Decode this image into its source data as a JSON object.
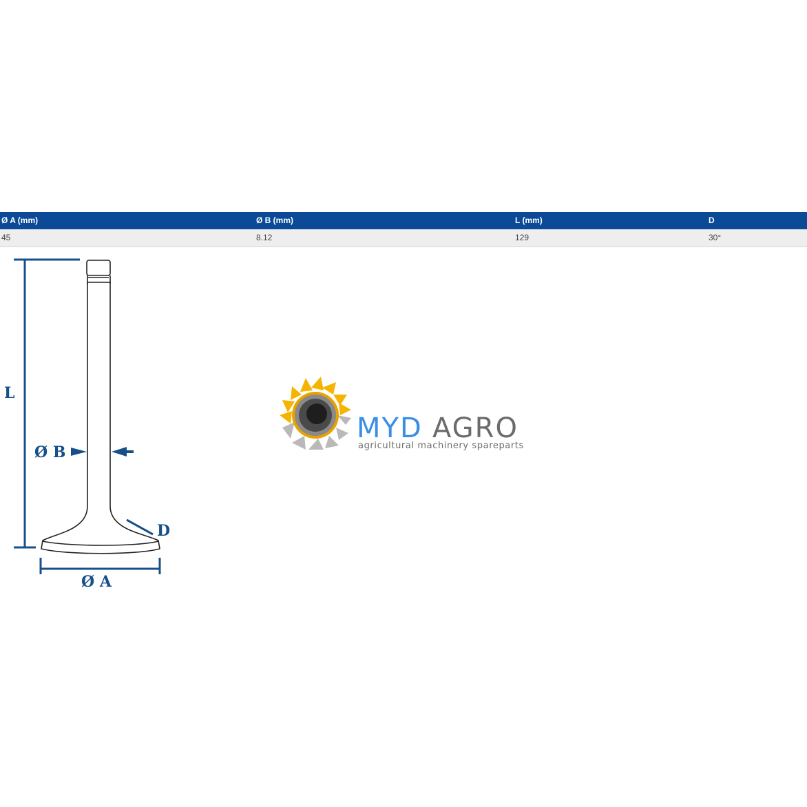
{
  "table": {
    "headers": [
      "Ø A (mm)",
      "Ø B (mm)",
      "L (mm)",
      "D"
    ],
    "rows": [
      [
        "45",
        "8.12",
        "129",
        "30°"
      ]
    ]
  },
  "diagram": {
    "labels": {
      "length": "L",
      "stem": "Ø B",
      "angle": "D",
      "head": "Ø A"
    },
    "line_color": "#164f8a"
  },
  "logo": {
    "brand_part1": "MYD",
    "brand_part2": "AGRO",
    "tagline": "agricultural machinery spareparts",
    "colors": {
      "brand_blue": "#3a8ee6",
      "brand_gray": "#6b6b6b",
      "petal": "#f5b400"
    }
  }
}
